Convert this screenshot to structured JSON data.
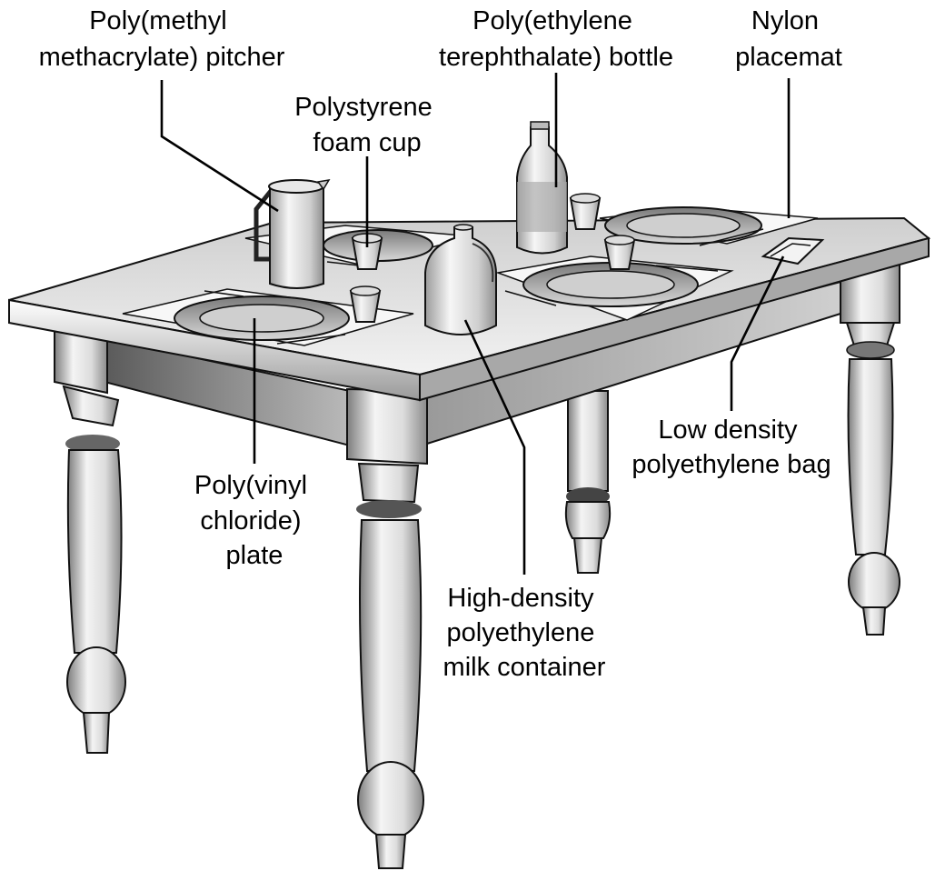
{
  "labels": {
    "pitcher": [
      "Poly(methyl",
      "methacrylate) pitcher"
    ],
    "bottle": [
      "Poly(ethylene",
      "terephthalate) bottle"
    ],
    "placemat": [
      "Nylon",
      "placemat"
    ],
    "cup": [
      "Polystyrene",
      "foam cup"
    ],
    "bag": [
      "Low density",
      "polyethylene bag"
    ],
    "plate": [
      "Poly(vinyl",
      "chloride)",
      "plate"
    ],
    "milk": [
      "High-density",
      "polyethylene",
      "milk container"
    ]
  }
}
